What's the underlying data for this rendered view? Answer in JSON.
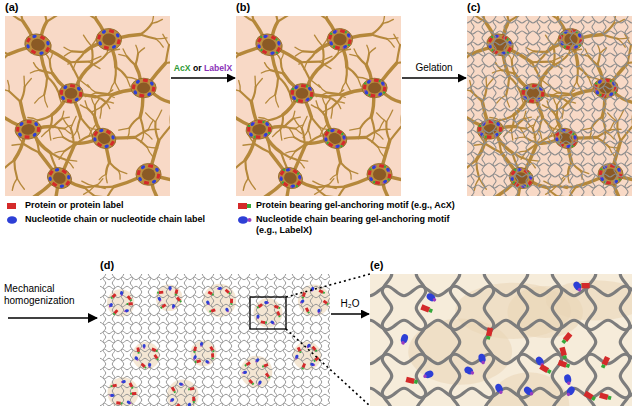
{
  "diagram": {
    "nodes": [
      {
        "text": [
          "(a)"
        ]
      },
      {
        "text": [
          "(b)"
        ]
      },
      {
        "text": [
          "(c)"
        ]
      },
      {
        "text": [
          "(d)"
        ]
      },
      {
        "text": [
          "(e)"
        ]
      }
    ],
    "edges": [
      {
        "from": 0,
        "to": 1,
        "arrow": "to"
      },
      {
        "from": 1,
        "to": 2,
        "arrow": "to",
        "label": "Gelation"
      },
      {
        "from": 3,
        "to": 4,
        "arrow": "to",
        "label": "H₂O"
      }
    ],
    "labels": [
      "AcX",
      "or",
      "LabelX",
      "Mechanical homogenization"
    ],
    "legend": [
      {
        "text": "Protein or protein label",
        "color": "#d42a2a"
      },
      {
        "text": "Nucleotide chain or nucleotide chain label",
        "color": "#2d3fd6"
      },
      {
        "text": "Protein bearing gel-anchoring motif (e.g., AcX)"
      },
      {
        "text": "Nucleotide chain bearing gel-anchoring motif (e.g., LabelX)"
      }
    ]
  }
}
